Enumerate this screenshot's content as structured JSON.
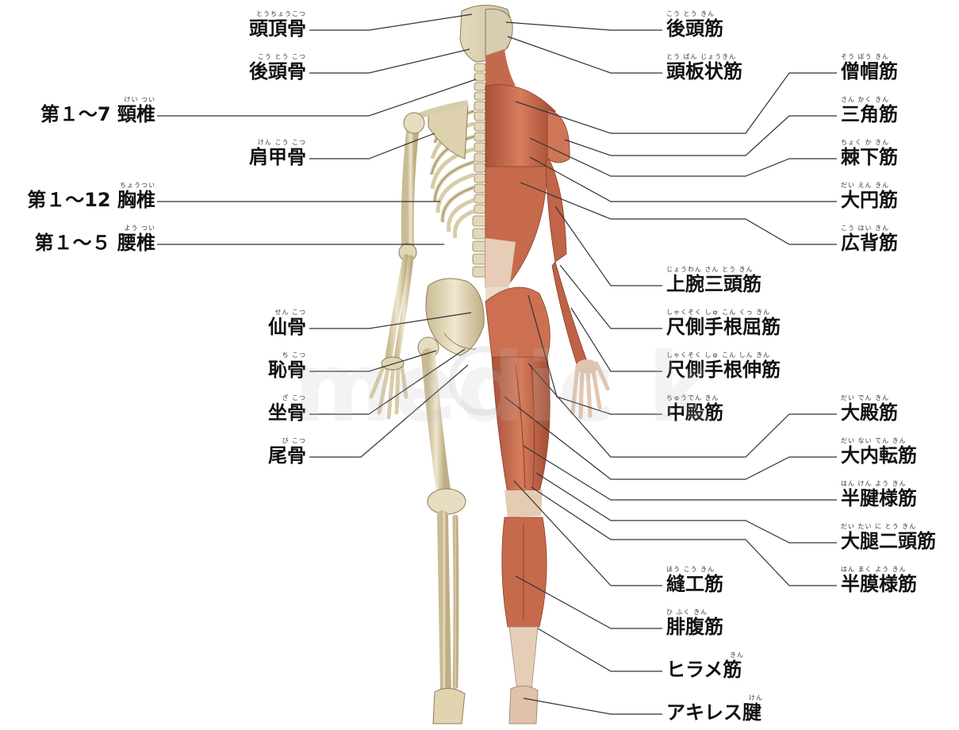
{
  "watermark": "medic k",
  "left_labels": [
    {
      "id": "toucho-kotsu",
      "furi": "とうちょうこつ",
      "name": "頭頂骨"
    },
    {
      "id": "koutou-kotsu",
      "furi": "こう とう こつ",
      "name": "後頭骨"
    },
    {
      "id": "keitsui",
      "furi": "けい つい",
      "name": "第１～7 頸椎"
    },
    {
      "id": "kenkou-kotsu",
      "furi": "けん こう こつ",
      "name": "肩甲骨"
    },
    {
      "id": "kyoutsui",
      "furi": "ちょうつい",
      "name": "第１～12 胸椎"
    },
    {
      "id": "youtsui",
      "furi": "よう つい",
      "name": "第１～５ 腰椎"
    },
    {
      "id": "senkotsu",
      "furi": "せん こつ",
      "name": "仙骨"
    },
    {
      "id": "chikotsu",
      "furi": "ち こつ",
      "name": "恥骨"
    },
    {
      "id": "zakotsu",
      "furi": "ざ こつ",
      "name": "坐骨"
    },
    {
      "id": "bikotsu",
      "furi": "び こつ",
      "name": "尾骨"
    }
  ],
  "right_labels": [
    {
      "id": "koutou-kin",
      "furi": "こう とう きん",
      "name": "後頭筋"
    },
    {
      "id": "touban-joukin",
      "furi": "とう ばん じょうきん",
      "name": "頭板状筋"
    },
    {
      "id": "soubou-kin",
      "furi": "そう ぼう きん",
      "name": "僧帽筋"
    },
    {
      "id": "sankaku-kin",
      "furi": "さん かく きん",
      "name": "三角筋"
    },
    {
      "id": "kyokuka-kin",
      "furi": "ちょく か きん",
      "name": "棘下筋"
    },
    {
      "id": "daien-kin",
      "furi": "だい えん きん",
      "name": "大円筋"
    },
    {
      "id": "kouhai-kin",
      "furi": "こう はい きん",
      "name": "広背筋"
    },
    {
      "id": "jouwan-santoukin",
      "furi": "じょうわん さん とう きん",
      "name": "上腕三頭筋"
    },
    {
      "id": "shakusoku-shukonkukkin",
      "furi": "しゃくそく しゅ こん くっ きん",
      "name": "尺側手根屈筋"
    },
    {
      "id": "shakusoku-shukonshinkin",
      "furi": "しゃくそく しゅ こん しん きん",
      "name": "尺側手根伸筋"
    },
    {
      "id": "chuuden-kin",
      "furi": "ちゅうでん きん",
      "name": "中殿筋"
    },
    {
      "id": "daiden-kin",
      "furi": "だい でん きん",
      "name": "大殿筋"
    },
    {
      "id": "dainaiten-kin",
      "furi": "だい ない てん きん",
      "name": "大内転筋"
    },
    {
      "id": "hanken-youkin",
      "furi": "はん けん よう きん",
      "name": "半腱様筋"
    },
    {
      "id": "daitai-nitoukin",
      "furi": "だい たい に とう きん",
      "name": "大腿二頭筋"
    },
    {
      "id": "hanmaku-youkin",
      "furi": "はん まく よう きん",
      "name": "半膜様筋"
    },
    {
      "id": "houkou-kin",
      "furi": "ほう こう きん",
      "name": "縫工筋"
    },
    {
      "id": "hifuku-kin",
      "furi": "ひ ふく きん",
      "name": "腓腹筋"
    },
    {
      "id": "hirame-kin",
      "furi": "きん",
      "name": "ヒラメ筋"
    },
    {
      "id": "akiresu-ken",
      "furi": "けん",
      "name": "アキレス腱"
    }
  ],
  "colors": {
    "bone": "#e6dcc0",
    "bone_shade": "#b8a880",
    "muscle": "#c86a4c",
    "muscle_dark": "#9b4530",
    "muscle_light": "#e39a7c",
    "tendon": "#ead9c8",
    "leader_line": "#333333"
  }
}
